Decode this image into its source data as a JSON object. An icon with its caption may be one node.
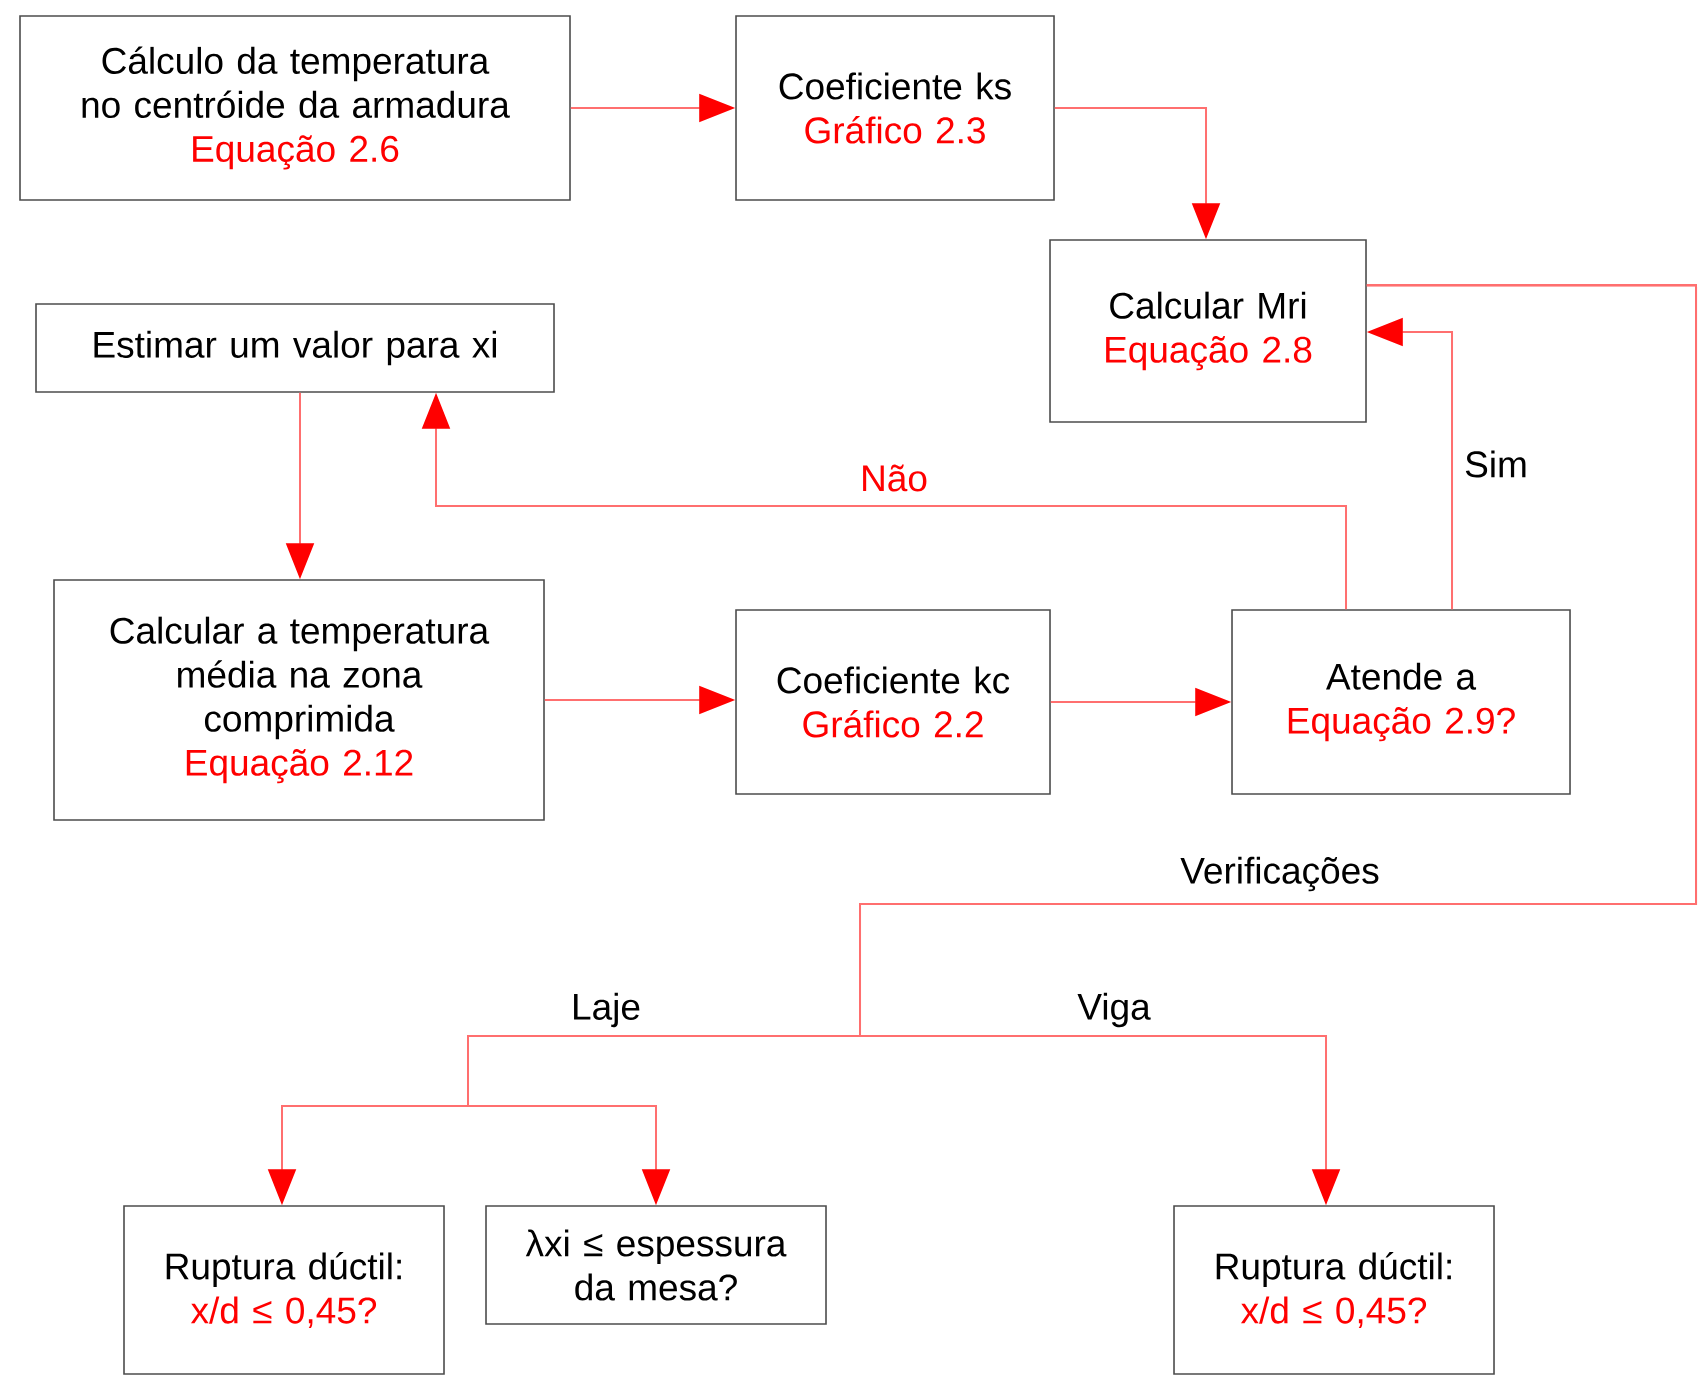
{
  "diagram": {
    "nodes": [
      {
        "text": [
          "Cálculo da temperatura no centróide da armadura",
          "Equação 2.6"
        ]
      },
      {
        "text": [
          "Coeficiente ks",
          "Gráfico 2.3"
        ]
      },
      {
        "text": [
          "Calcular Mri",
          "Equação 2.8"
        ]
      },
      {
        "text": [
          "Estimar um valor para xi"
        ]
      },
      {
        "text": [
          "Calcular a temperatura média na zona comprimida",
          "Equação 2.12"
        ]
      },
      {
        "text": [
          "Coeficiente kc",
          "Gráfico 2.2"
        ]
      },
      {
        "text": [
          "Atende a",
          "Equação 2.9?"
        ]
      },
      {
        "text": [
          "Ruptura dúctil:",
          "x/d ≤ 0,45?"
        ]
      },
      {
        "text": [
          "λxi ≤ espessura da mesa?"
        ]
      },
      {
        "text": [
          "Ruptura dúctil:",
          "x/d ≤ 0,45?"
        ]
      }
    ],
    "edges": [
      {
        "from": 0,
        "to": 1,
        "arrow": "to"
      },
      {
        "from": 1,
        "to": 2,
        "arrow": "to"
      },
      {
        "from": 3,
        "to": 4,
        "arrow": "to"
      },
      {
        "from": 4,
        "to": 5,
        "arrow": "to"
      },
      {
        "from": 5,
        "to": 6,
        "arrow": "to"
      },
      {
        "from": 6,
        "to": 3,
        "arrow": "to",
        "label": "Não"
      },
      {
        "from": 6,
        "to": 2,
        "arrow": "to",
        "label": "Sim"
      },
      {
        "from": 2,
        "to": 7,
        "arrow": "to",
        "label": "Laje"
      },
      {
        "from": 2,
        "to": 8,
        "arrow": "to"
      },
      {
        "from": 2,
        "to": 9,
        "arrow": "to",
        "label": "Viga"
      }
    ],
    "labels": [
      "Verificações"
    ]
  }
}
